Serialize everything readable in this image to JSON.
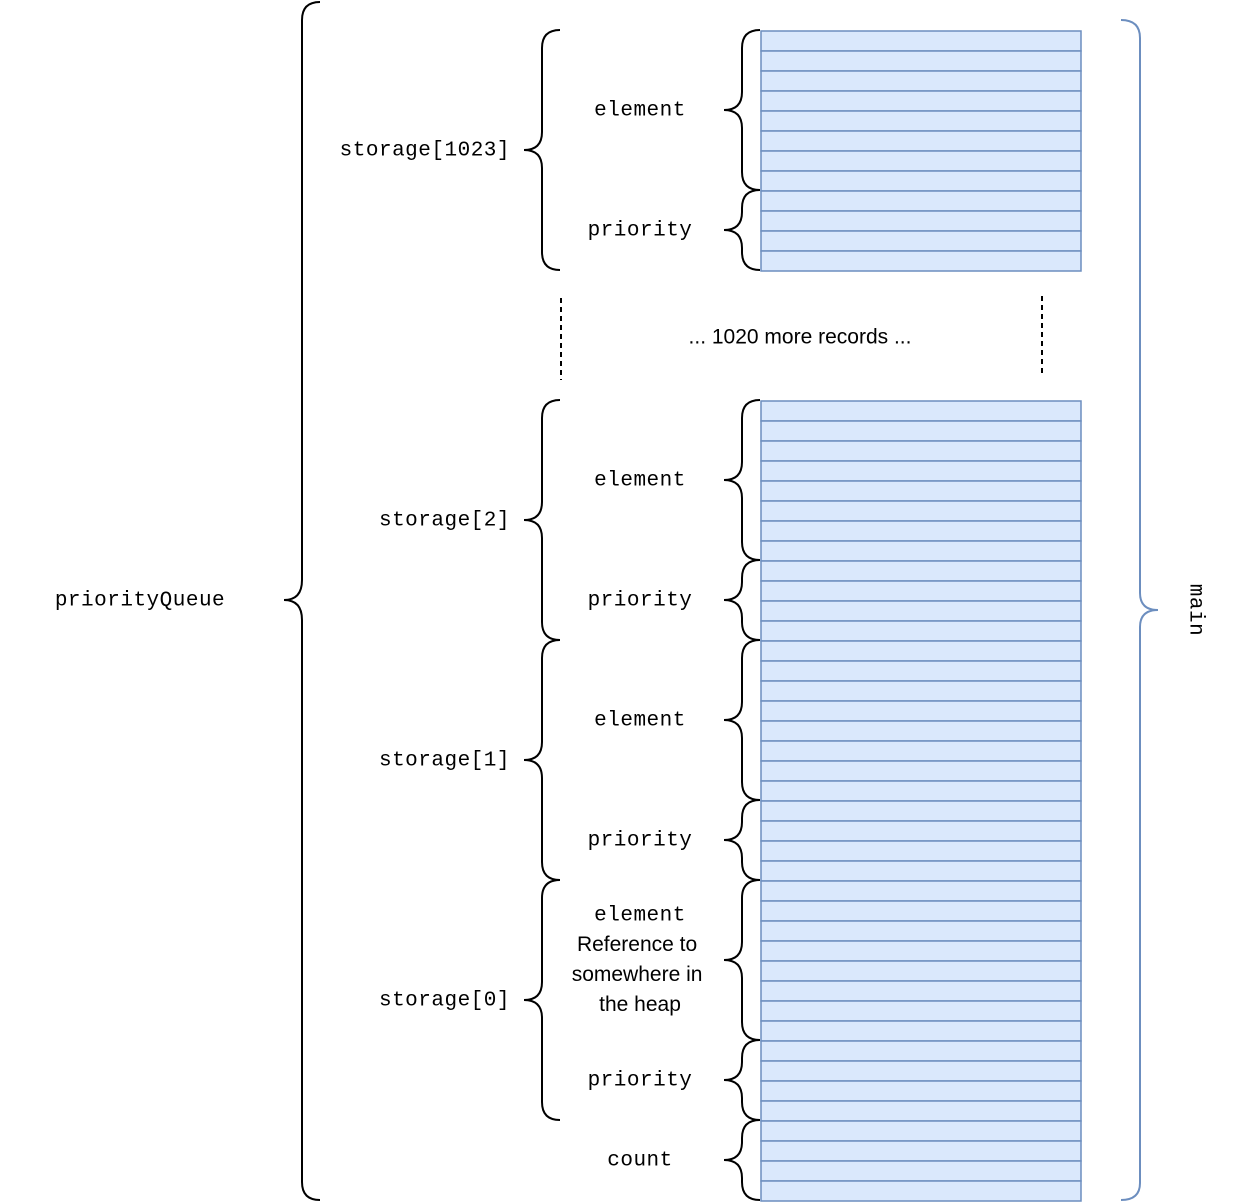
{
  "root_label": "priorityQueue",
  "frame_label": "main",
  "gap_label": "... 1020 more records ...",
  "note": [
    "Reference to",
    "somewhere in",
    "the heap"
  ],
  "records": [
    {
      "label": "storage[1023]",
      "fields": [
        {
          "label": "element",
          "rows": 8
        },
        {
          "label": "priority",
          "rows": 4
        }
      ]
    },
    {
      "label": "storage[2]",
      "fields": [
        {
          "label": "element",
          "rows": 8
        },
        {
          "label": "priority",
          "rows": 4
        }
      ]
    },
    {
      "label": "storage[1]",
      "fields": [
        {
          "label": "element",
          "rows": 8
        },
        {
          "label": "priority",
          "rows": 4
        }
      ]
    },
    {
      "label": "storage[0]",
      "fields": [
        {
          "label": "element",
          "rows": 8
        },
        {
          "label": "priority",
          "rows": 4
        }
      ]
    }
  ],
  "count_field": {
    "label": "count",
    "rows": 4
  },
  "colors": {
    "cell_fill": "#dae8fc",
    "cell_stroke": "#6c8ebf",
    "frame_brace": "#6c8ebf",
    "brace": "#000000"
  }
}
